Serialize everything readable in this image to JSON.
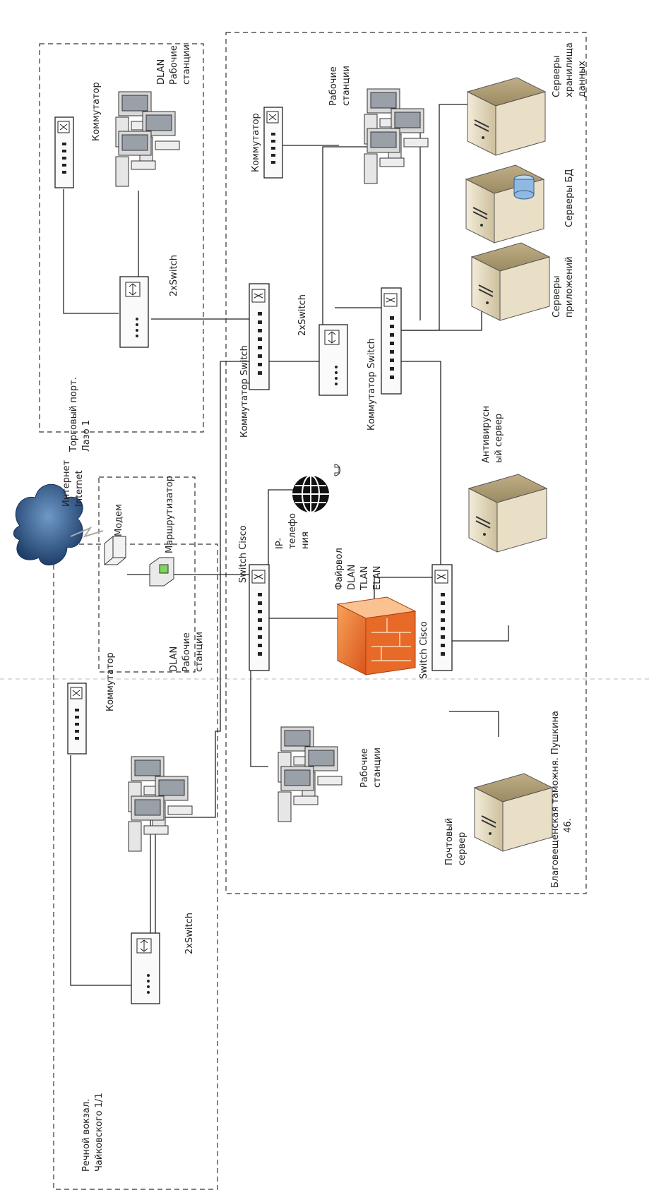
{
  "diagram": {
    "internet": [
      "Интернет",
      "Internet"
    ],
    "modem": "Модем",
    "router": "Маршрутизатор",
    "ip_phone": [
      "IP-",
      "телефо",
      "ния"
    ],
    "switch_cisco_top": "Switch Cisco",
    "switch_cisco_bottom": "Switch Cisco",
    "firewall": [
      "Файрвол",
      "DLAN",
      "TLAN",
      "ELAN"
    ],
    "workstations_center": [
      "Рабочие",
      "станции"
    ],
    "mail_server": [
      "Почтовый",
      "сервер"
    ],
    "antivirus_server": [
      "Антивирусн",
      "ый сервер"
    ],
    "main_site": [
      "Благовещенская таможня. Пушкина",
      "46."
    ],
    "switch_upper": "Коммутатор Switch",
    "switch_lower": "Коммутатор Switch",
    "router_main": "2xSwitch",
    "main_commutator": "Коммутатор",
    "main_workstations": [
      "Рабочие",
      "станции"
    ],
    "servers_app": [
      "Серверы",
      "приложений"
    ],
    "servers_db": "Серверы БД",
    "servers_storage": [
      "Серверы",
      "хранилища",
      "данных"
    ],
    "torg": {
      "site": [
        "Торговый порт.",
        "Лазо 1"
      ],
      "router": "2xSwitch",
      "commutator": "Коммутатор",
      "workstations": [
        "DLAN",
        "Рабочие",
        "станции"
      ]
    },
    "rech": {
      "site": [
        "Речной вокзал.",
        "Чайковского 1/1"
      ],
      "router": "2xSwitch",
      "commutator": "Коммутатор",
      "workstations": [
        "DLAN",
        "Рабочие",
        "станции"
      ]
    }
  }
}
